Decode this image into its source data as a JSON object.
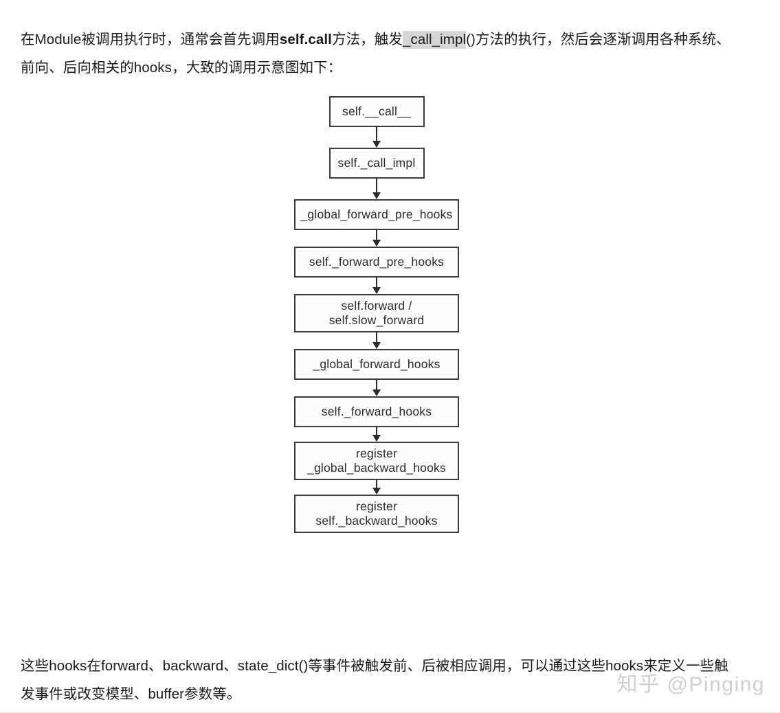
{
  "document": {
    "intro_paragraph": {
      "segments": [
        {
          "text": "在Module被调用执行时，通常会首先调用",
          "style": "normal"
        },
        {
          "text": "self.call",
          "style": "bold"
        },
        {
          "text": "方法，触发",
          "style": "normal"
        },
        {
          "text": "_call_impl",
          "style": "highlight"
        },
        {
          "text": "()方法的执行，然后会逐渐调用各种系统、前向、后向相关的hooks，大致的调用示意图如下：",
          "style": "normal"
        }
      ],
      "plain_text": "在Module被调用执行时，通常会首先调用self.call方法，触发_call_impl()方法的执行，然后会逐渐调用各种系统、前向、后向相关的hooks，大致的调用示意图如下："
    },
    "outro_paragraph": {
      "plain_text": "这些hooks在forward、backward、state_dict()等事件被触发前、后被相应调用，可以通过这些hooks来定义一些触发事件或改变模型、buffer参数等。"
    },
    "watermark": "知乎 @Pinging"
  },
  "flowchart": {
    "type": "vertical-flow",
    "title": "Module 调用示意图",
    "nodes": [
      {
        "id": "call",
        "label_line1": "self.__call__",
        "label_line2": "",
        "width": "narrow"
      },
      {
        "id": "call-impl",
        "label_line1": "self._call_impl",
        "label_line2": "",
        "width": "narrow"
      },
      {
        "id": "global-forward-pre",
        "label_line1": "_global_forward_pre_hooks",
        "label_line2": "",
        "width": "wide"
      },
      {
        "id": "self-forward-pre",
        "label_line1": "self._forward_pre_hooks",
        "label_line2": "",
        "width": "wide"
      },
      {
        "id": "forward",
        "label_line1": "self.forward /",
        "label_line2": "self.slow_forward",
        "width": "wide"
      },
      {
        "id": "global-forward",
        "label_line1": "_global_forward_hooks",
        "label_line2": "",
        "width": "wide"
      },
      {
        "id": "self-forward",
        "label_line1": "self._forward_hooks",
        "label_line2": "",
        "width": "wide"
      },
      {
        "id": "register-global-backward",
        "label_line1": "register",
        "label_line2": "_global_backward_hooks",
        "width": "wide"
      },
      {
        "id": "register-self-backward",
        "label_line1": "register",
        "label_line2": "self._backward_hooks",
        "width": "wide"
      }
    ],
    "edges": [
      {
        "from": "call",
        "to": "call-impl"
      },
      {
        "from": "call-impl",
        "to": "global-forward-pre"
      },
      {
        "from": "global-forward-pre",
        "to": "self-forward-pre"
      },
      {
        "from": "self-forward-pre",
        "to": "forward"
      },
      {
        "from": "forward",
        "to": "global-forward"
      },
      {
        "from": "global-forward",
        "to": "self-forward"
      },
      {
        "from": "self-forward",
        "to": "register-global-backward"
      },
      {
        "from": "register-global-backward",
        "to": "register-self-backward"
      }
    ]
  },
  "colors": {
    "page_background": "#ffffff",
    "text": "#1a1a1a",
    "node_border": "#3c3c3c",
    "node_fill": "#fcfcfc",
    "arrow": "#2b2b2b",
    "highlight_background": "#d6d6d6",
    "watermark": "#cfcfcf"
  }
}
